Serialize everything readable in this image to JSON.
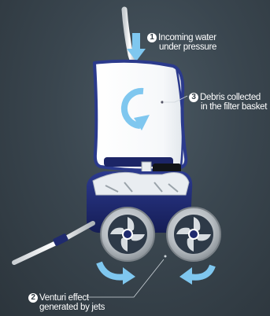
{
  "callouts": [
    {
      "number": "1",
      "line1": "Incoming water",
      "line2": "under pressure"
    },
    {
      "number": "2",
      "line1": "Venturi effect",
      "line2": "generated by jets"
    },
    {
      "number": "3",
      "line1": "Debris collected",
      "line2": "in the filter basket"
    }
  ],
  "colors": {
    "background": "#3a464f",
    "water_arrow": "#7fc7ef",
    "filter_bag": "#ffffff",
    "bag_trim": "#2b3a8c",
    "body_navy": "#1f2a6e",
    "wheel_grey": "#b9bec3",
    "callout_text": "#ffffff"
  }
}
